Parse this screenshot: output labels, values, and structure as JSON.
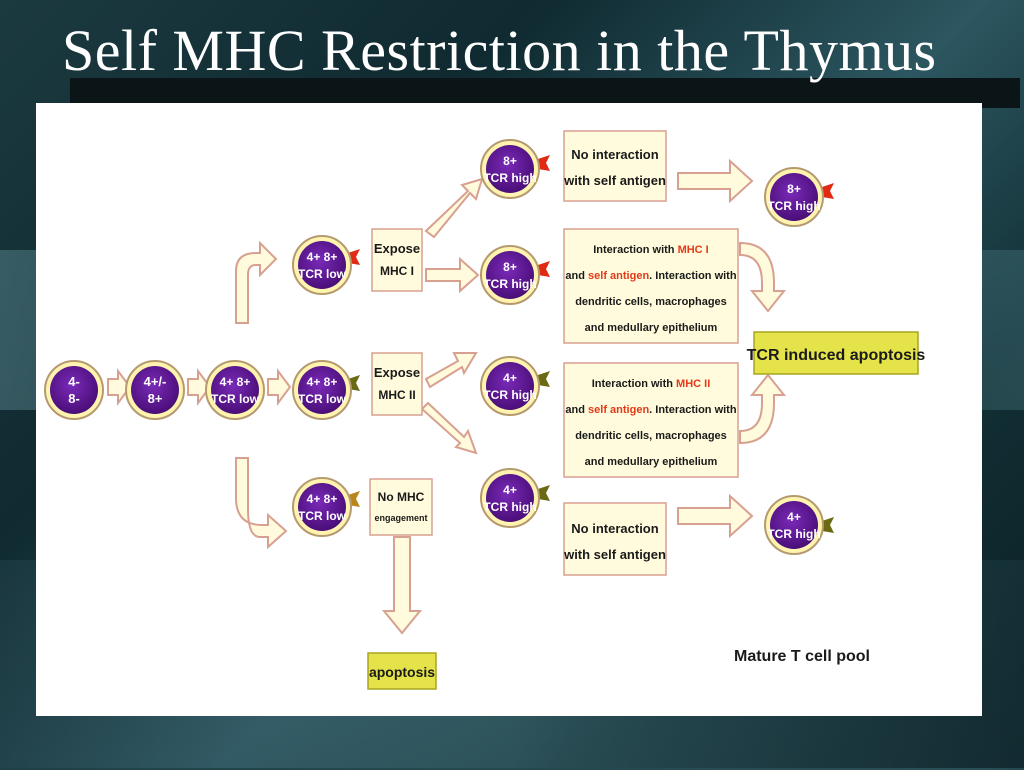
{
  "title": "Self MHC Restriction in the Thymus",
  "colors": {
    "cell_fill": "#5a1a8c",
    "cell_ring": "#fff3b0",
    "arrow_fill": "#fffbdc",
    "arrow_stroke": "#d8a090",
    "box_fill": "#fffbdc",
    "box_stroke": "#d8a090",
    "label_fill": "#e4e34a",
    "receptor_cd8": "#e02a14",
    "receptor_cd4": "#6a6a14",
    "receptor_none": "#b8861a",
    "highlight_text": "#e23a1a"
  },
  "cells": {
    "dn": {
      "line1": "4-",
      "line2": "8-"
    },
    "transition": {
      "line1": "4+/-",
      "line2": "8+"
    },
    "dp": {
      "line1": "4+ 8+",
      "line2": "TCR low"
    },
    "dp_mhc1": {
      "line1": "4+ 8+",
      "line2": "TCR low"
    },
    "dp_mhc2": {
      "line1": "4+ 8+",
      "line2": "TCR low"
    },
    "dp_none": {
      "line1": "4+ 8+",
      "line2": "TCR low"
    },
    "cd8_noint": {
      "line1": "8+",
      "line2": "TCR high"
    },
    "cd8_int": {
      "line1": "8+",
      "line2": "TCR high"
    },
    "cd4_int": {
      "line1": "4+",
      "line2": "TCR high"
    },
    "cd4_noint": {
      "line1": "4+",
      "line2": "TCR high"
    },
    "mature_cd8": {
      "line1": "8+",
      "line2": "TCR high"
    },
    "mature_cd4": {
      "line1": "4+",
      "line2": "TCR high"
    }
  },
  "boxes": {
    "expose_mhc1": {
      "line1": "Expose",
      "line2": "MHC I"
    },
    "expose_mhc2": {
      "line1": "Expose",
      "line2": "MHC II"
    },
    "no_mhc": {
      "line1": "No MHC",
      "line2": "engagement"
    },
    "noint_top": {
      "line1": "No interaction",
      "line2": "with self antigen"
    },
    "noint_bottom": {
      "line1": "No interaction",
      "line2": "with self antigen"
    },
    "int_mhc1": {
      "l1a": "Interaction with ",
      "l1b": "MHC I",
      "l2a": "and ",
      "l2b": "self antigen",
      "l2c": ". Interaction with",
      "l3": "dendritic  cells, macrophages",
      "l4": "and medullary epithelium"
    },
    "int_mhc2": {
      "l1a": "Interaction with ",
      "l1b": "MHC II",
      "l2a": "and ",
      "l2b": "self antigen",
      "l2c": ". Interaction with",
      "l3": "dendritic  cells, macrophages",
      "l4": "and medullary epithelium"
    }
  },
  "labels": {
    "tcr_apoptosis": "TCR induced apoptosis",
    "apoptosis": "apoptosis",
    "mature_pool": "Mature T cell pool"
  }
}
